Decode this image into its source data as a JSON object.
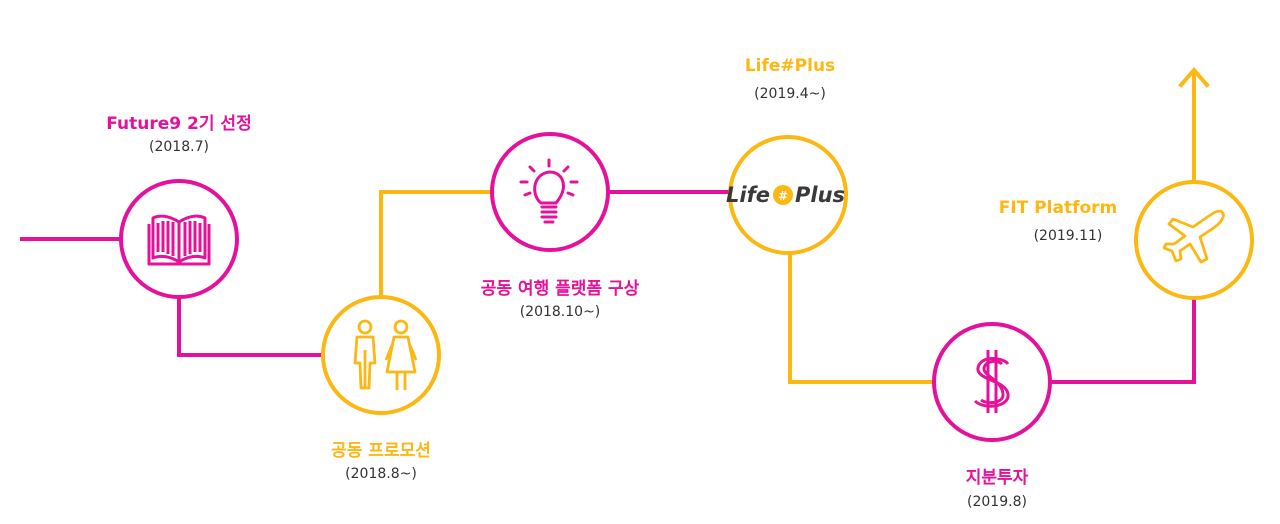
{
  "colors": {
    "magenta": "#e6119a",
    "gold": "#fcb712",
    "text_dark": "#333333"
  },
  "milestones": [
    {
      "title": "Future9 2기 선정",
      "date": "(2018.7)",
      "icon": "book-icon",
      "color": "magenta"
    },
    {
      "title": "공동 프로모션",
      "date": "(2018.8~)",
      "icon": "people-icon",
      "color": "gold"
    },
    {
      "title": "공동 여행 플랫폼 구상",
      "date": "(2018.10~)",
      "icon": "lightbulb-icon",
      "color": "magenta"
    },
    {
      "title": "Life#Plus",
      "date": "(2019.4~)",
      "icon": "lifeplus-logo",
      "logo_text_left": "Life",
      "logo_text_right": "Plus",
      "color": "gold"
    },
    {
      "title": "지분투자",
      "date": "(2019.8)",
      "icon": "dollar-icon",
      "color": "magenta"
    },
    {
      "title": "FIT Platform",
      "date": "(2019.11)",
      "icon": "airplane-icon",
      "color": "gold"
    }
  ]
}
